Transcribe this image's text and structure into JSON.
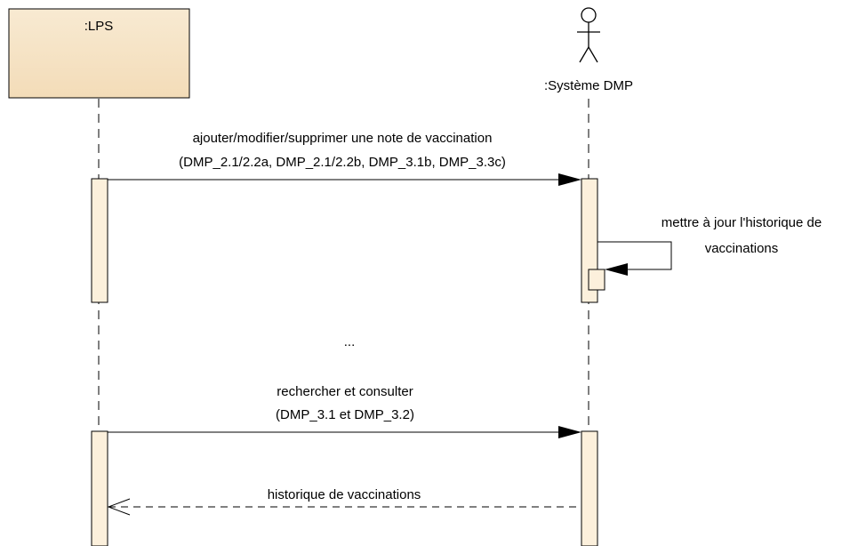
{
  "participants": {
    "lps": {
      "label": ":LPS"
    },
    "dmp": {
      "label": ":Système DMP"
    }
  },
  "messages": {
    "m1": {
      "line1": "ajouter/modifier/supprimer une note de vaccination",
      "line2": "(DMP_2.1/2.2a, DMP_2.1/2.2b, DMP_3.1b, DMP_3.3c)"
    },
    "self": {
      "line1": "mettre à jour l'historique de",
      "line2": "vaccinations"
    },
    "gap": "...",
    "m2": {
      "line1": "rechercher et consulter",
      "line2": "(DMP_3.1 et DMP_3.2)"
    },
    "m3": {
      "label": "historique de vaccinations"
    }
  },
  "colors": {
    "participant_fill": "#f7e6c9",
    "activation_fill": "#fcf0dc",
    "stroke": "#000000"
  }
}
